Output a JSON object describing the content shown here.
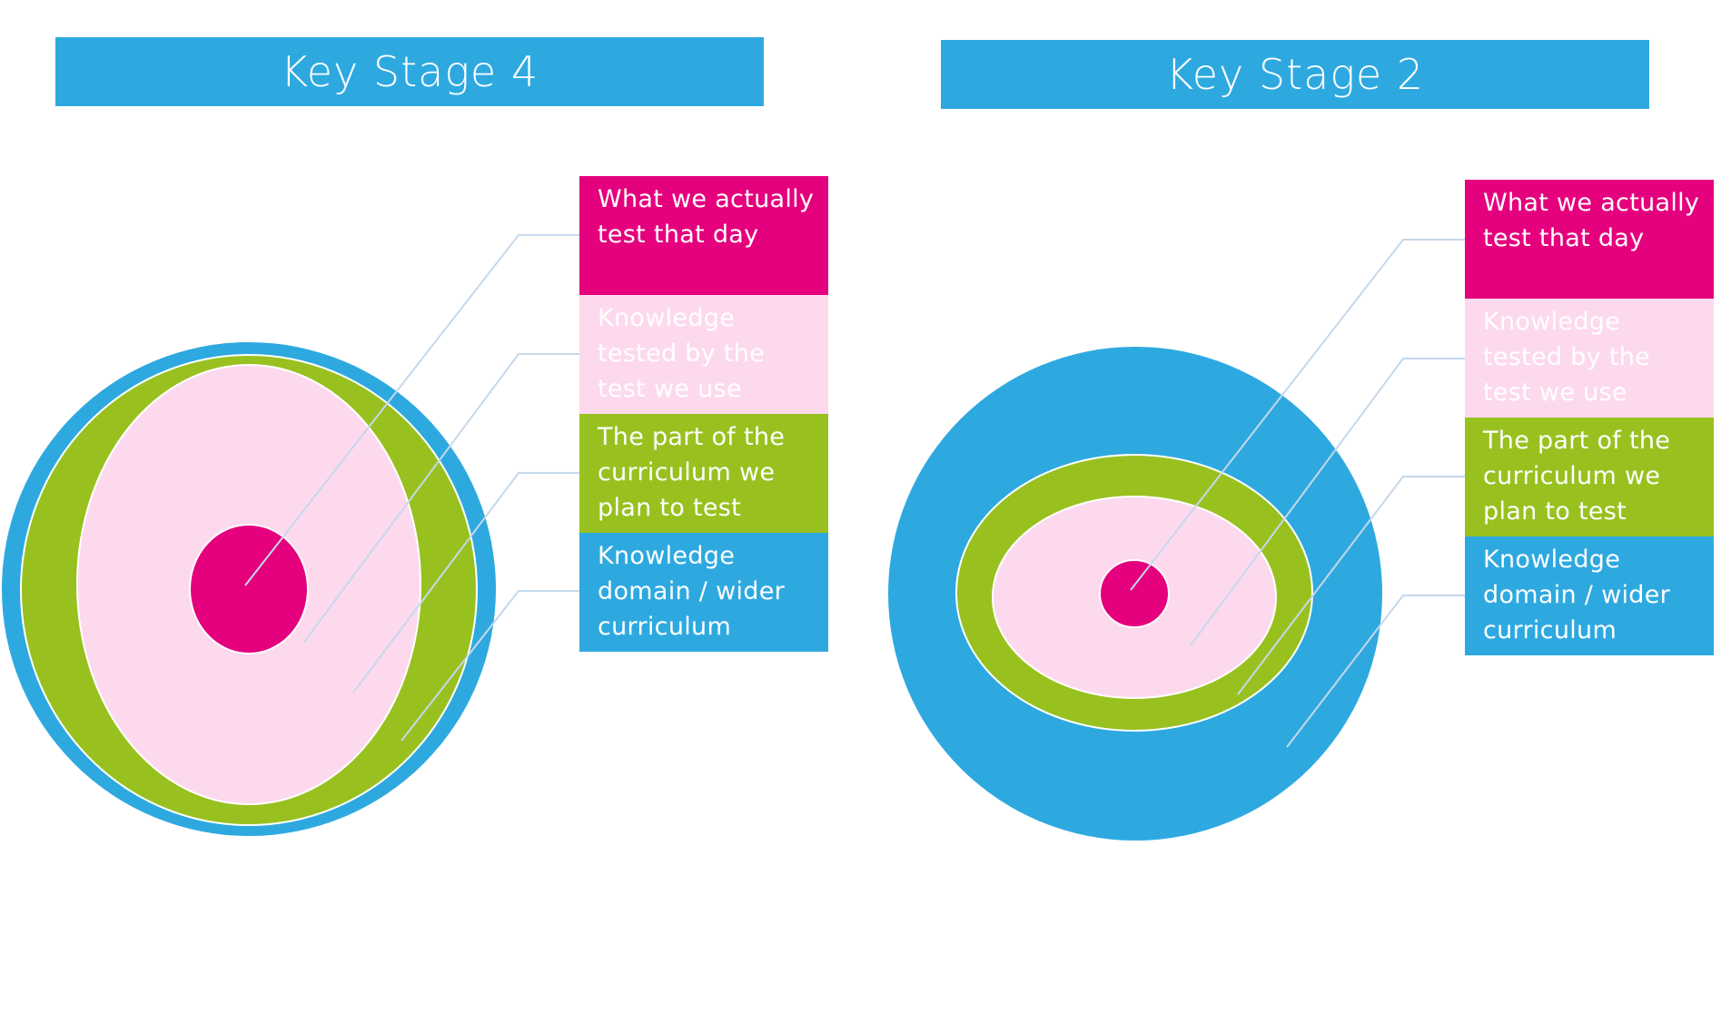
{
  "colors": {
    "banner": "#2EA9E0",
    "domain": "#2EA9E0",
    "curriculum": "#98C120",
    "tested_knowledge": "#FDD9EE",
    "tested_today": "#E5007D",
    "leader_line": "#C5D8EC",
    "legend_text": "#FFFFFF"
  },
  "panels": [
    {
      "id": "ks4",
      "title": "Key Stage 4",
      "legend": [
        {
          "key": "tested_today",
          "label": "What we actually test that day"
        },
        {
          "key": "tested_knowledge",
          "label": "Knowledge tested by the test we use"
        },
        {
          "key": "curriculum",
          "label": "The part of the curriculum we plan to test"
        },
        {
          "key": "domain",
          "label": "Knowledge domain / wider curriculum"
        }
      ]
    },
    {
      "id": "ks2",
      "title": "Key Stage 2",
      "legend": [
        {
          "key": "tested_today",
          "label": "What we actually test that day"
        },
        {
          "key": "tested_knowledge",
          "label": "Knowledge tested by the test we use"
        },
        {
          "key": "curriculum",
          "label": "The part of the curriculum we plan to test"
        },
        {
          "key": "domain",
          "label": "Knowledge domain / wider curriculum"
        }
      ]
    }
  ]
}
